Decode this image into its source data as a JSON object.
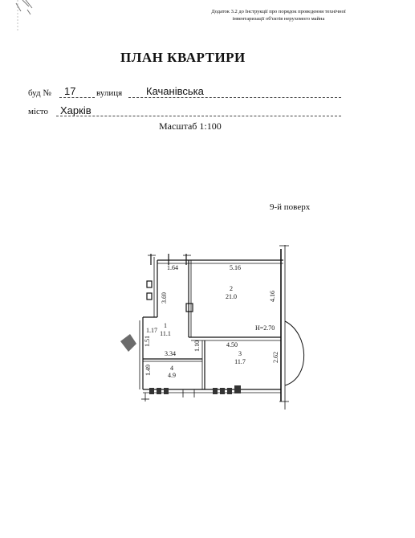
{
  "header": {
    "note_line1": "Додаток 3.2 до Інструкції про порядок проведення технічної",
    "note_line2": "інвентаризації об'єктів нерухомого майна"
  },
  "title": "ПЛАН КВАРТИРИ",
  "address": {
    "building_label": "буд №",
    "building_number": "17",
    "street_label": "вулиця",
    "street": "Качанівська",
    "city_label": "місто",
    "city": "Харків"
  },
  "scale": "Масштаб 1:100",
  "floor": "9-й поверх",
  "plan": {
    "rooms": [
      {
        "number": "1",
        "area": "11.1"
      },
      {
        "number": "2",
        "area": "21.0"
      },
      {
        "number": "3",
        "area": "11.7"
      },
      {
        "number": "4",
        "area": "4.9"
      }
    ],
    "dimensions": {
      "d_164": "1.64",
      "d_516": "5.16",
      "d_369": "3.69",
      "d_416": "4.16",
      "d_117": "1.17",
      "d_151": "1.51",
      "d_110": "1.10",
      "d_450": "4.50",
      "d_334": "3.34",
      "d_262": "2.62",
      "d_149": "1.49"
    },
    "height": "H=2.70"
  },
  "colors": {
    "ink": "#111111",
    "hatch": "#333333",
    "entry_arrow": "#6b6b6b"
  }
}
